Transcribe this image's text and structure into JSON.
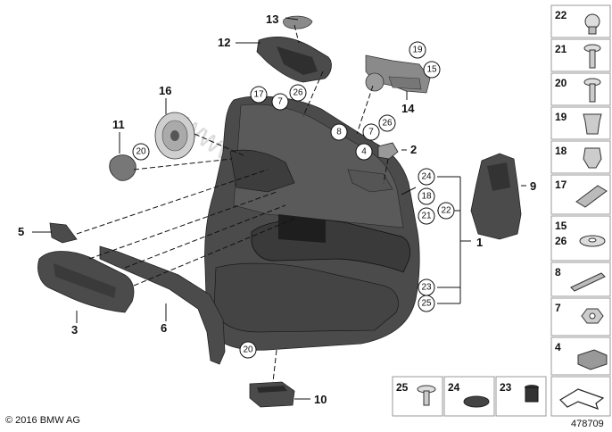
{
  "copyright": "© 2016 BMW AG",
  "diagram_number": "478709",
  "watermark": "www.bmwstore.pl",
  "part_labels": [
    "13",
    "12",
    "11",
    "16",
    "5",
    "3",
    "6",
    "10",
    "1",
    "2",
    "9",
    "14"
  ],
  "callouts": [
    "19",
    "15",
    "17",
    "7",
    "26",
    "8",
    "7",
    "26",
    "4",
    "20",
    "24",
    "18",
    "22",
    "21",
    "23",
    "25",
    "20"
  ],
  "side_cells": [
    {
      "num": "22",
      "icon": "push-rivet-icon"
    },
    {
      "num": "21",
      "icon": "screw-icon"
    },
    {
      "num": "20",
      "icon": "screw-icon"
    },
    {
      "num": "19",
      "icon": "expanding-nut-icon"
    },
    {
      "num": "18",
      "icon": "clip-icon"
    },
    {
      "num": "17",
      "icon": "clip-strip-icon"
    },
    {
      "num": "15\n26",
      "num_a": "15",
      "num_b": "26",
      "icon": "washer-icon"
    },
    {
      "num": "8",
      "icon": "rivet-pin-icon"
    },
    {
      "num": "7",
      "icon": "hex-nut-icon"
    },
    {
      "num": "4",
      "icon": "foam-pad-icon"
    }
  ],
  "bottom_cells": [
    {
      "num": "25",
      "icon": "expanding-rivet-icon"
    },
    {
      "num": "24",
      "icon": "sealing-disc-icon"
    },
    {
      "num": "23",
      "icon": "plug-icon"
    },
    {
      "num": "",
      "icon": "corner-arrow-icon"
    }
  ]
}
